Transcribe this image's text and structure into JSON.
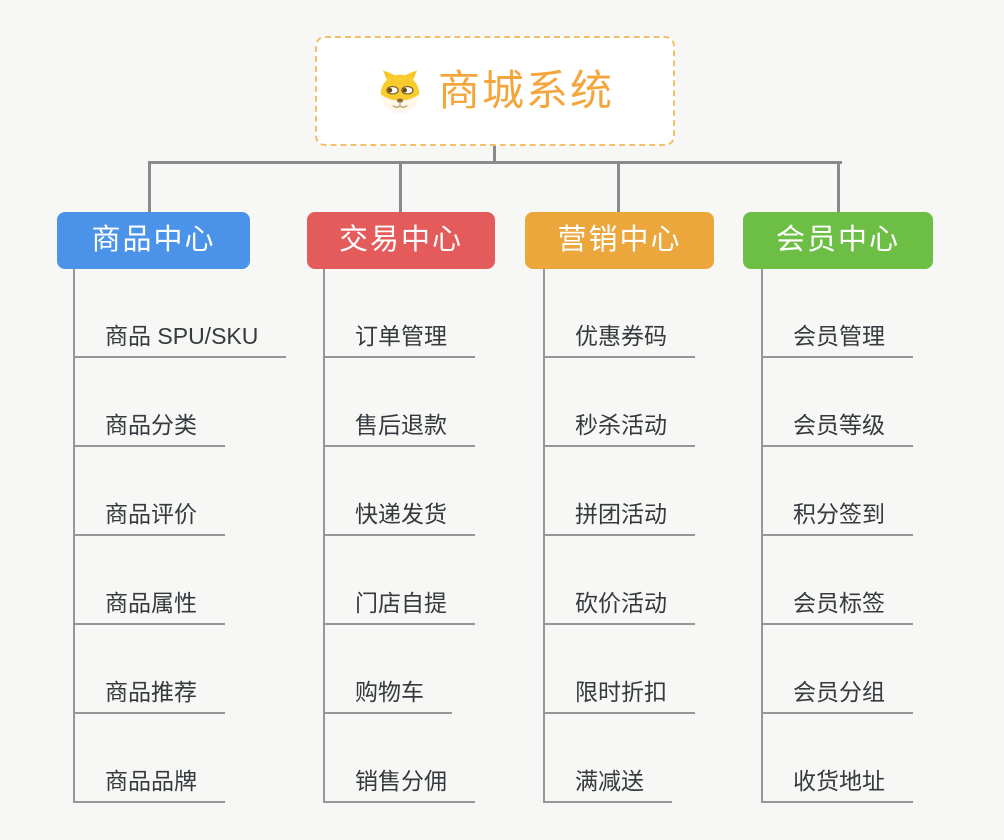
{
  "root": {
    "title": "商城系统",
    "icon": "dog-face-icon"
  },
  "branches": [
    {
      "label": "商品中心",
      "color": "#4b93e8",
      "children": [
        "商品 SPU/SKU",
        "商品分类",
        "商品评价",
        "商品属性",
        "商品推荐",
        "商品品牌"
      ]
    },
    {
      "label": "交易中心",
      "color": "#e45b5c",
      "children": [
        "订单管理",
        "售后退款",
        "快递发货",
        "门店自提",
        "购物车",
        "销售分佣"
      ]
    },
    {
      "label": "营销中心",
      "color": "#eba63c",
      "children": [
        "优惠券码",
        "秒杀活动",
        "拼团活动",
        "砍价活动",
        "限时折扣",
        "满减送"
      ]
    },
    {
      "label": "会员中心",
      "color": "#6dbe45",
      "children": [
        "会员管理",
        "会员等级",
        "积分签到",
        "会员标签",
        "会员分组",
        "收货地址"
      ]
    }
  ],
  "colors": {
    "background": "#f7f7f5",
    "connector": "#8a8a8a",
    "leaf_line": "#969696",
    "leaf_text": "#353a3f",
    "root_text": "#f4a63d",
    "root_border": "#f3c069"
  }
}
